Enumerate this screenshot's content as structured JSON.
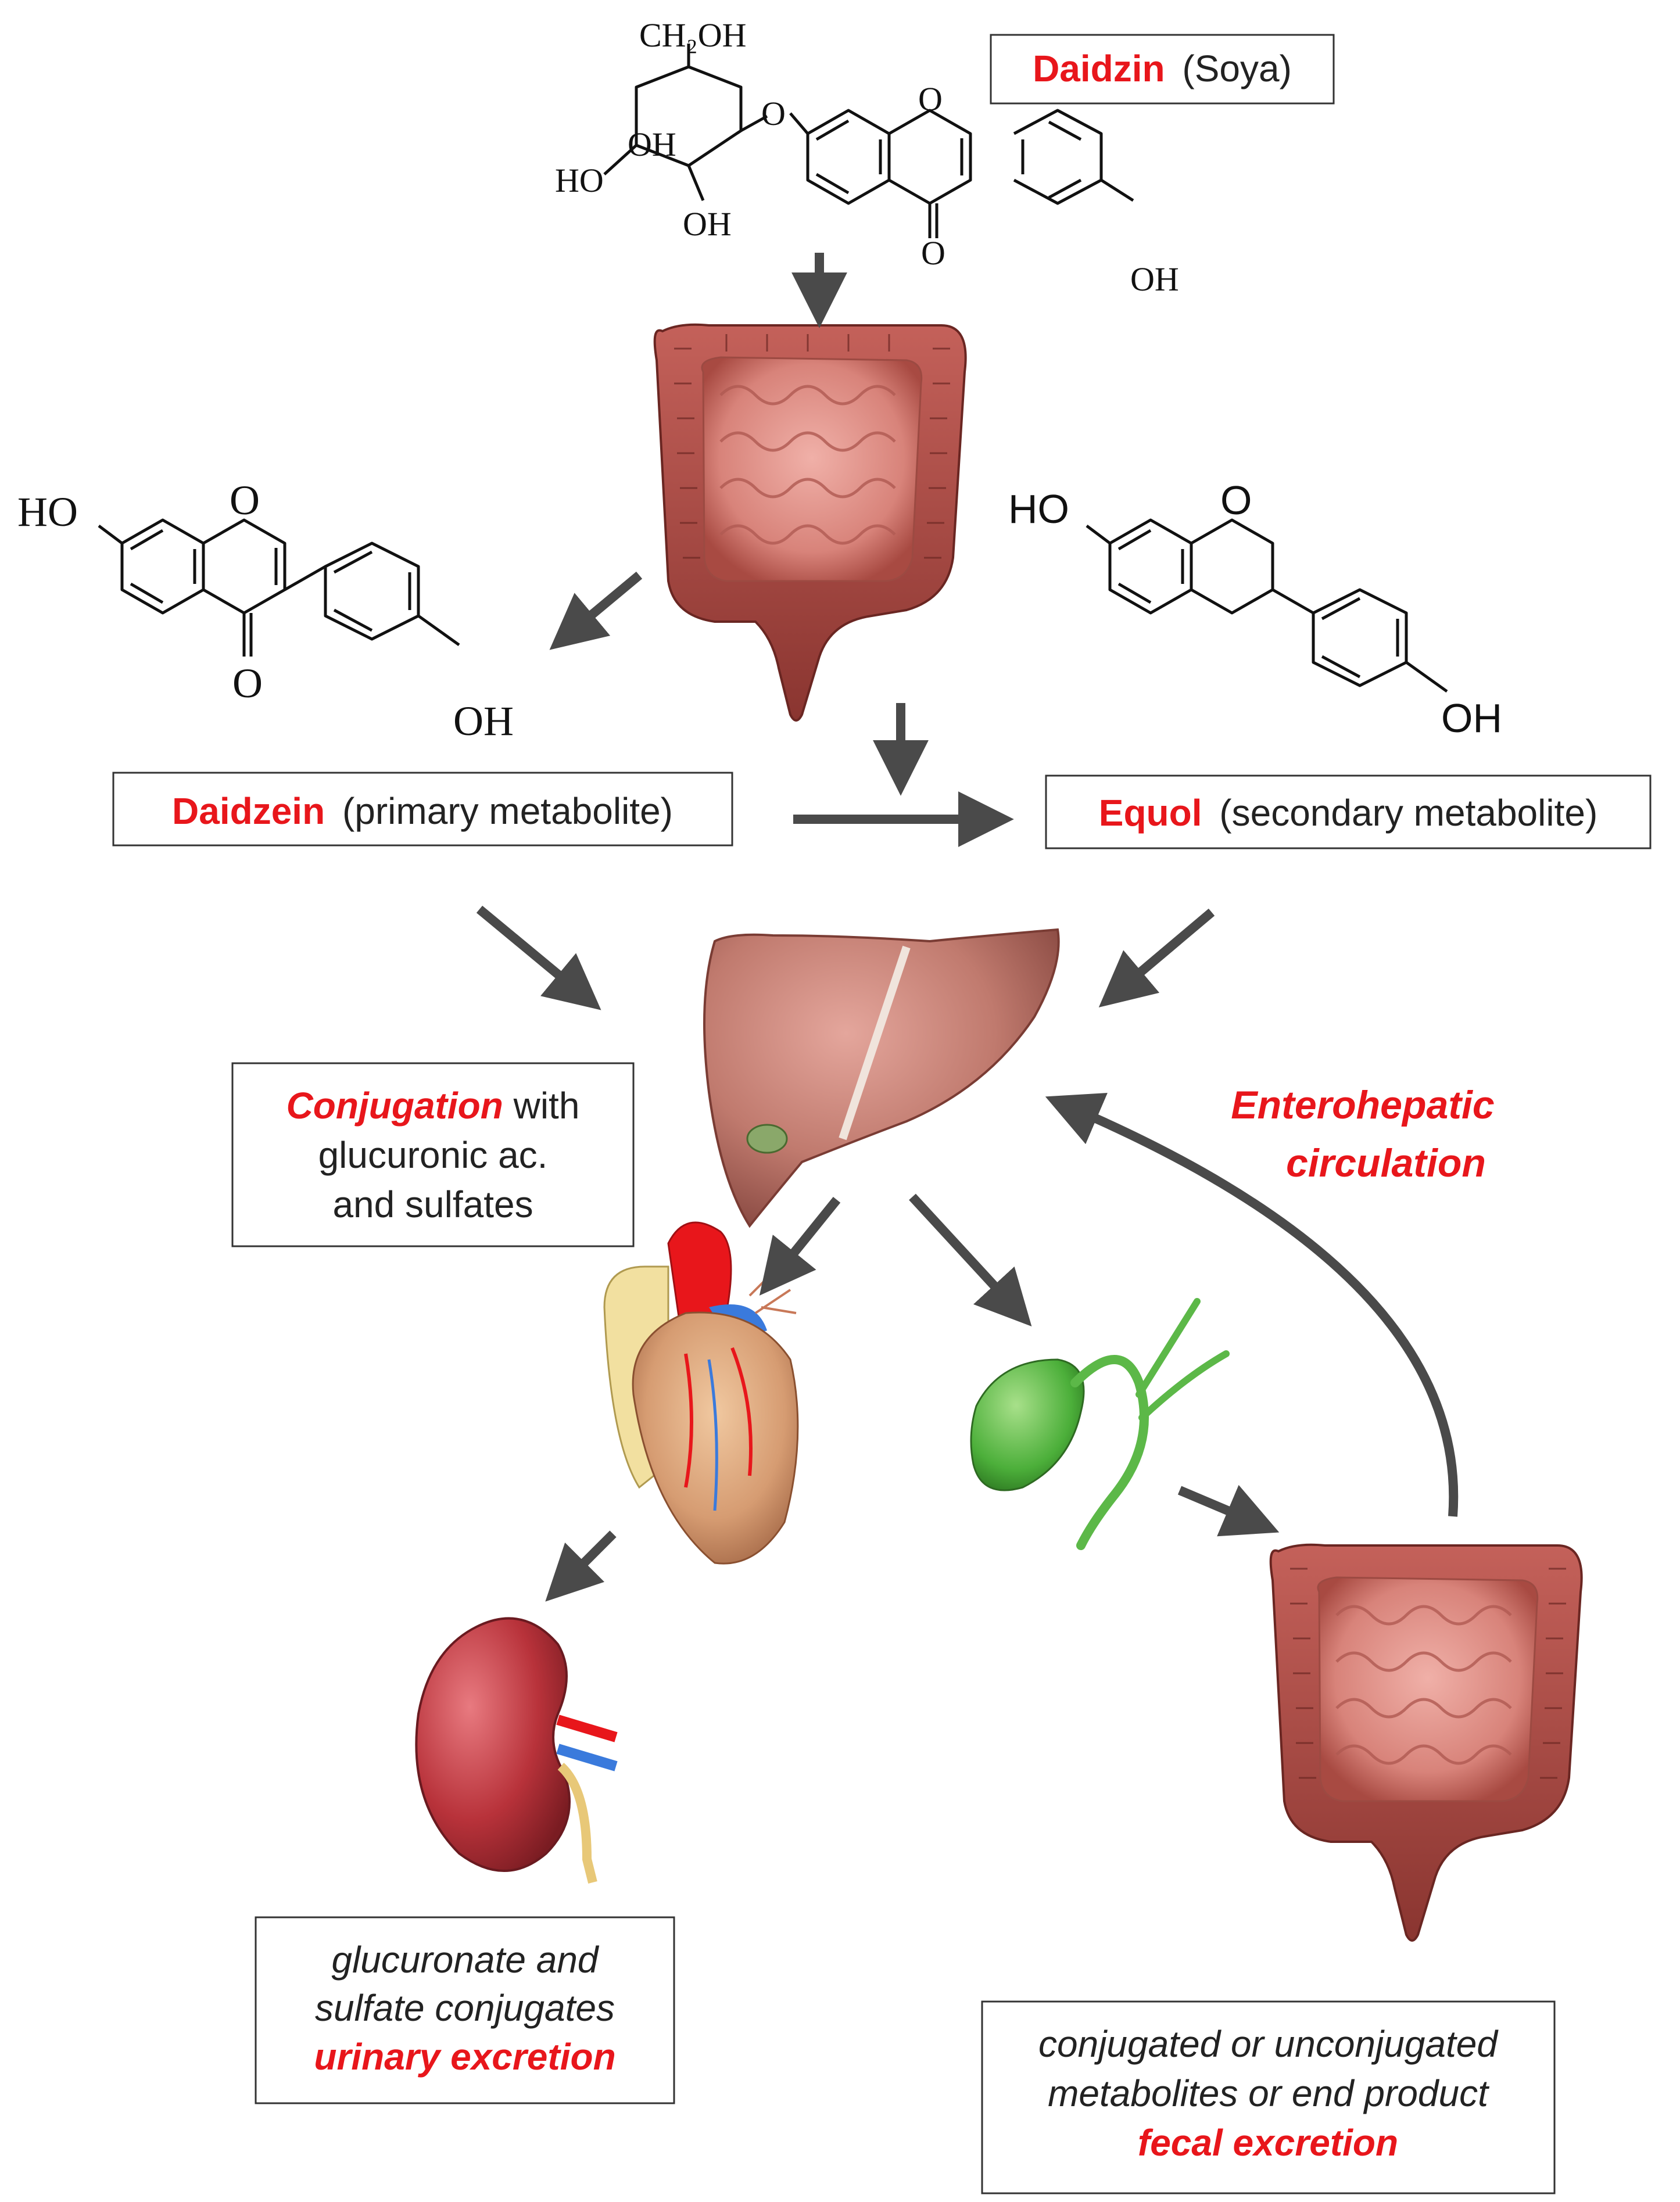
{
  "colors": {
    "highlight": "#e8161b",
    "arrow": "#4a4a4a",
    "intestine": "#b8504a",
    "liver": "#c07a6e",
    "gallbladder": "#4caf3a",
    "kidney": "#b8323a"
  },
  "labels": {
    "daidzin": {
      "name": "Daidzin",
      "note": "(Soya)"
    },
    "daidzein": {
      "name": "Daidzein",
      "note": "(primary metabolite)"
    },
    "equol": {
      "name": "Equol",
      "note": "(secondary metabolite)"
    },
    "conjugation": {
      "name": "Conjugation",
      "line1_rest": " with",
      "line2": "glucuronic ac.",
      "line3": "and sulfates"
    },
    "enterohepatic": {
      "line1": "Enterohepatic",
      "line2": "circulation"
    },
    "urinary": {
      "line1": "glucuronate and",
      "line2": "sulfate conjugates",
      "line3": "urinary excretion"
    },
    "fecal": {
      "line1": "conjugated or unconjugated",
      "line2": "metabolites or end product",
      "line3": "fecal excretion"
    }
  },
  "chem_labels": {
    "daidzin": {
      "ch2oh": "CH₂OH",
      "oh_ring": "OH",
      "ho": "HO",
      "oh_bottom": "OH",
      "o_link": "O",
      "o_ring": "O",
      "o_keto": "O",
      "oh_phenyl": "OH"
    },
    "daidzein": {
      "ho": "HO",
      "o_ring": "O",
      "o_keto": "O",
      "oh": "OH"
    },
    "equol": {
      "ho": "HO",
      "o_ring": "O",
      "oh": "OH"
    }
  },
  "icons": [
    "intestine-icon",
    "liver-icon",
    "heart-icon",
    "gallbladder-icon",
    "kidney-icon",
    "intestine-icon"
  ]
}
